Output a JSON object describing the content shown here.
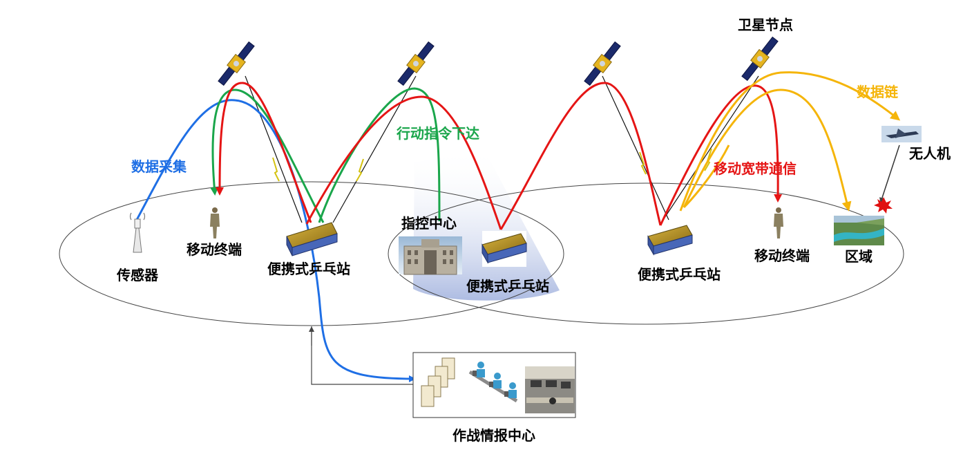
{
  "labels": {
    "satellite_node": "卫星节点",
    "data_collection": "数据采集",
    "command_dispatch": "行动指令下达",
    "data_link": "数据链",
    "mobile_broadband": "移动宽带通信",
    "uav": "无人机",
    "sensor": "传感器",
    "mobile_terminal_left": "移动终端",
    "mobile_terminal_right": "移动终端",
    "portable_station_left": "便携式乒乓站",
    "portable_station_center": "便携式乒乓站",
    "portable_station_right": "便携式乒乓站",
    "command_center": "指控中心",
    "area": "区域",
    "intel_center": "作战情报中心"
  },
  "colors": {
    "blue_link": "#1f6fe5",
    "green_link": "#1aa64b",
    "red_link": "#e51515",
    "yellow_link": "#f5b50a",
    "text_blue": "#1f6fe5",
    "text_green": "#1aa64b",
    "text_red": "#e51515",
    "text_yellow": "#f5b50a",
    "ellipse": "#444444"
  },
  "icons": {
    "satellite": "satellite-icon",
    "station": "ground-station-icon",
    "soldier": "soldier-icon",
    "sensor": "sensor-antenna-icon",
    "uav": "uav-icon",
    "explosion": "explosion-icon",
    "building": "building-icon",
    "landscape": "river-landscape-icon",
    "servers": "server-icon",
    "operators": "operator-workstation-icon",
    "control_room": "control-room-icon"
  }
}
